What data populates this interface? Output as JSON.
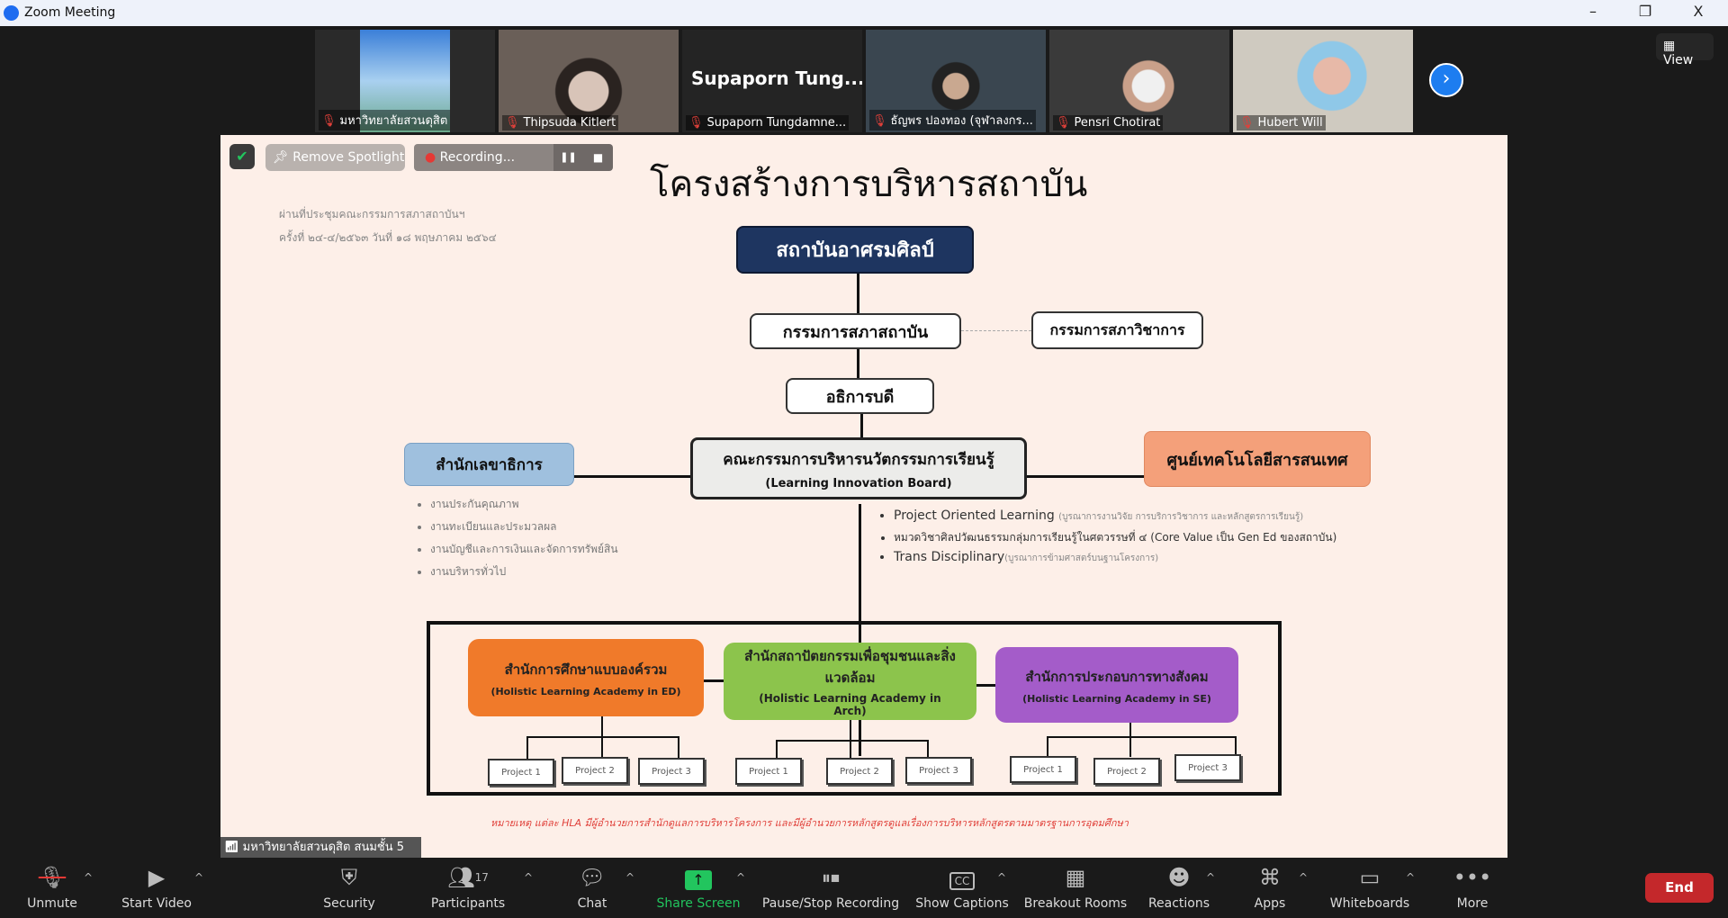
{
  "window": {
    "title": "Zoom Meeting",
    "minimize": "–",
    "restore": "❐",
    "close": "X"
  },
  "participants_strip": [
    {
      "name": "มหาวิทยาลัยสวนดุสิต",
      "type": "image"
    },
    {
      "name": "Thipsuda Kitlert",
      "type": "video"
    },
    {
      "name": "Supaporn Tungdamne...",
      "display": "Supaporn Tung...",
      "type": "name"
    },
    {
      "name": "ธัญพร ปองทอง (จุฬาลงกร...",
      "type": "video"
    },
    {
      "name": "Pensri Chotirat",
      "type": "video"
    },
    {
      "name": "Hubert Will",
      "type": "video"
    }
  ],
  "next_icon": "›",
  "view_label": "View",
  "meeting_controls": {
    "remove_spotlight": "Remove Spotlight",
    "recording": "Recording...",
    "pause_icon": "❚❚",
    "stop_icon": "■"
  },
  "slide": {
    "title": "โครงสร้างการบริหารสถาบัน",
    "note_line1": "ผ่านที่ประชุมคณะกรรมการสภาสถาบันฯ",
    "note_line2": "ครั้งที่ ๒๔-๔/๒๕๖๓ วันที่ ๑๘ พฤษภาคม ๒๕๖๔",
    "top_box": "สถาบันอาศรมศิลป์",
    "council": "กรรมการสภาสถาบัน",
    "academic_council": "กรรมการสภาวิชาการ",
    "president": "อธิการบดี",
    "board_th": "คณะกรรมการบริหารนวัตกรรมการเรียนรู้",
    "board_en": "(Learning Innovation Board)",
    "secretariat": "สำนักเลขาธิการ",
    "it_center": "ศูนย์เทคโนโลยีสารสนเทศ",
    "secretariat_items": [
      "งานประกันคุณภาพ",
      "งานทะเบียนและประมวลผล",
      "งานบัญชีและการเงินและจัดการทรัพย์สิน",
      "งานบริหารทั่วไป"
    ],
    "board_items": [
      {
        "main": "Project Oriented Learning",
        "sub": "(บูรณาการงานวิจัย การบริการวิชาการ และหลักสูตรการเรียนรู้)"
      },
      {
        "main": "หมวดวิชาศิลปวัฒนธรรมกลุ่มการเรียนรู้ในศตวรรษที่ ๔ (Core Value เป็น Gen Ed ของสถาบัน)",
        "sub": ""
      },
      {
        "main": "Trans Disciplinary",
        "sub": "(บูรณาการข้ามศาสตร์บนฐานโครงการ)"
      }
    ],
    "academies": [
      {
        "th": "สำนักการศึกษาแบบองค์รวม",
        "en": "(Holistic Learning Academy in ED)",
        "color": "#f07a2a",
        "projects": [
          "Project 1",
          "Project 2",
          "Project 3"
        ]
      },
      {
        "th": "สำนักสถาปัตยกรรมเพื่อชุมชนและสิ่งแวดล้อม",
        "en": "(Holistic Learning Academy in Arch)",
        "color": "#8cc44c",
        "projects": [
          "Project 1",
          "Project 2",
          "Project 3"
        ]
      },
      {
        "th": "สำนักการประกอบการทางสังคม",
        "en": "(Holistic Learning Academy in SE)",
        "color": "#a45cc9",
        "projects": [
          "Project 1",
          "Project 2",
          "Project 3"
        ]
      }
    ],
    "footnote": "หมายเหตุ แต่ละ HLA มีผู้อำนวยการสำนักดูแลการบริหารโครงการ และมีผู้อำนวยการหลักสูตรดูแลเรื่องการบริหารหลักสูตรตามมาตรฐานการอุดมศึกษา"
  },
  "speaker_tag": "มหาวิทยาลัยสวนดุสิต สนมชั้น 5",
  "toolbar": {
    "unmute": "Unmute",
    "start_video": "Start Video",
    "security": "Security",
    "participants": "Participants",
    "participants_count": "17",
    "chat": "Chat",
    "share_screen": "Share Screen",
    "pause_stop_recording": "Pause/Stop Recording",
    "show_captions": "Show Captions",
    "breakout_rooms": "Breakout Rooms",
    "reactions": "Reactions",
    "apps": "Apps",
    "whiteboards": "Whiteboards",
    "more": "More",
    "end": "End",
    "cc": "CC"
  },
  "colors": {
    "navy": "#1e3560",
    "share_green": "#22c55e",
    "end_red": "#c4282b"
  }
}
